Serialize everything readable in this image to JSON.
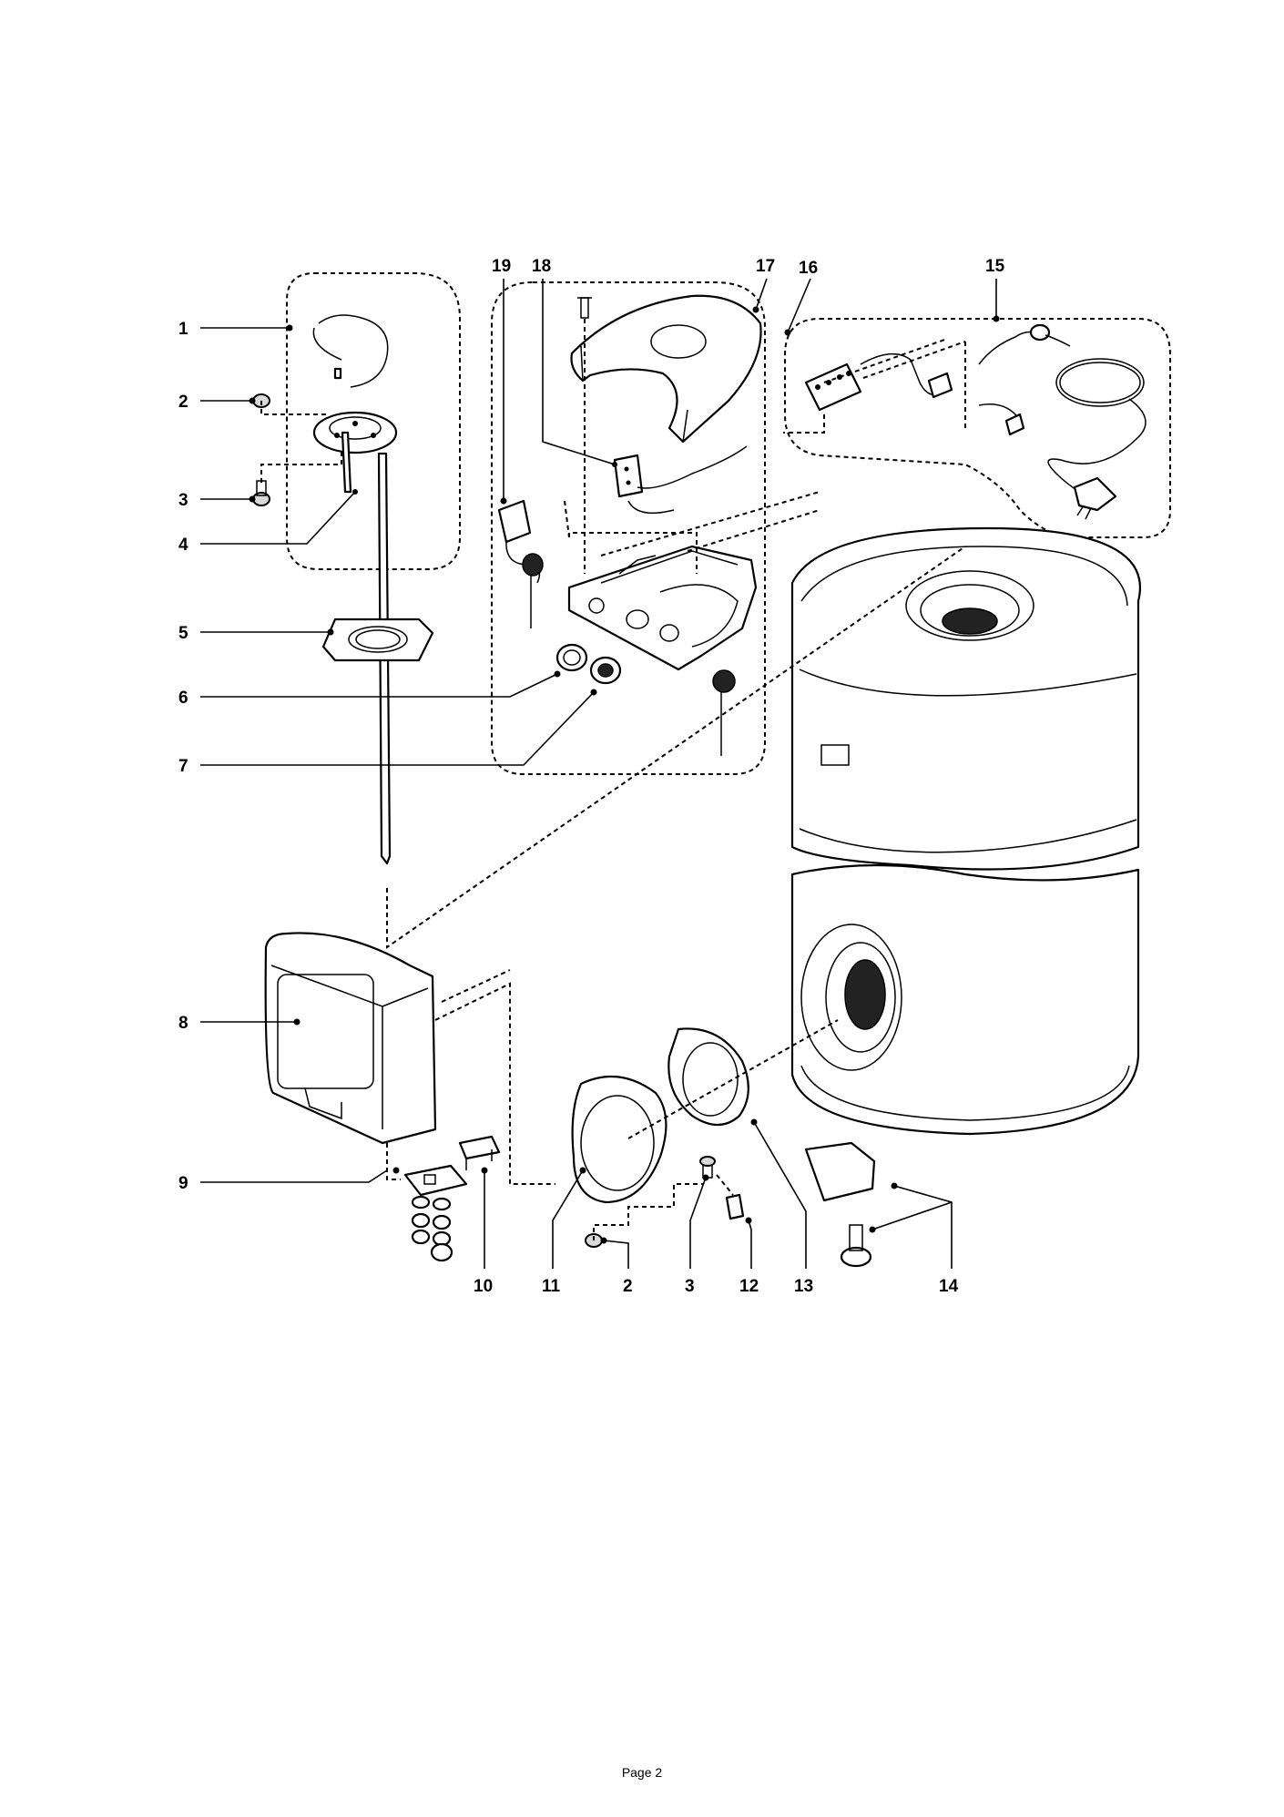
{
  "callouts": [
    {
      "id": "c1",
      "label": "1"
    },
    {
      "id": "c2a",
      "label": "2"
    },
    {
      "id": "c3a",
      "label": "3"
    },
    {
      "id": "c4",
      "label": "4"
    },
    {
      "id": "c5",
      "label": "5"
    },
    {
      "id": "c6",
      "label": "6"
    },
    {
      "id": "c7",
      "label": "7"
    },
    {
      "id": "c8",
      "label": "8"
    },
    {
      "id": "c9",
      "label": "9"
    },
    {
      "id": "c19",
      "label": "19"
    },
    {
      "id": "c18",
      "label": "18"
    },
    {
      "id": "c17",
      "label": "17"
    },
    {
      "id": "c16",
      "label": "16"
    },
    {
      "id": "c15",
      "label": "15"
    },
    {
      "id": "c10",
      "label": "10"
    },
    {
      "id": "c11",
      "label": "11"
    },
    {
      "id": "c2b",
      "label": "2"
    },
    {
      "id": "c3b",
      "label": "3"
    },
    {
      "id": "c12",
      "label": "12"
    },
    {
      "id": "c13",
      "label": "13"
    },
    {
      "id": "c14",
      "label": "14"
    }
  ],
  "footer": {
    "page_label": "Page 2"
  }
}
